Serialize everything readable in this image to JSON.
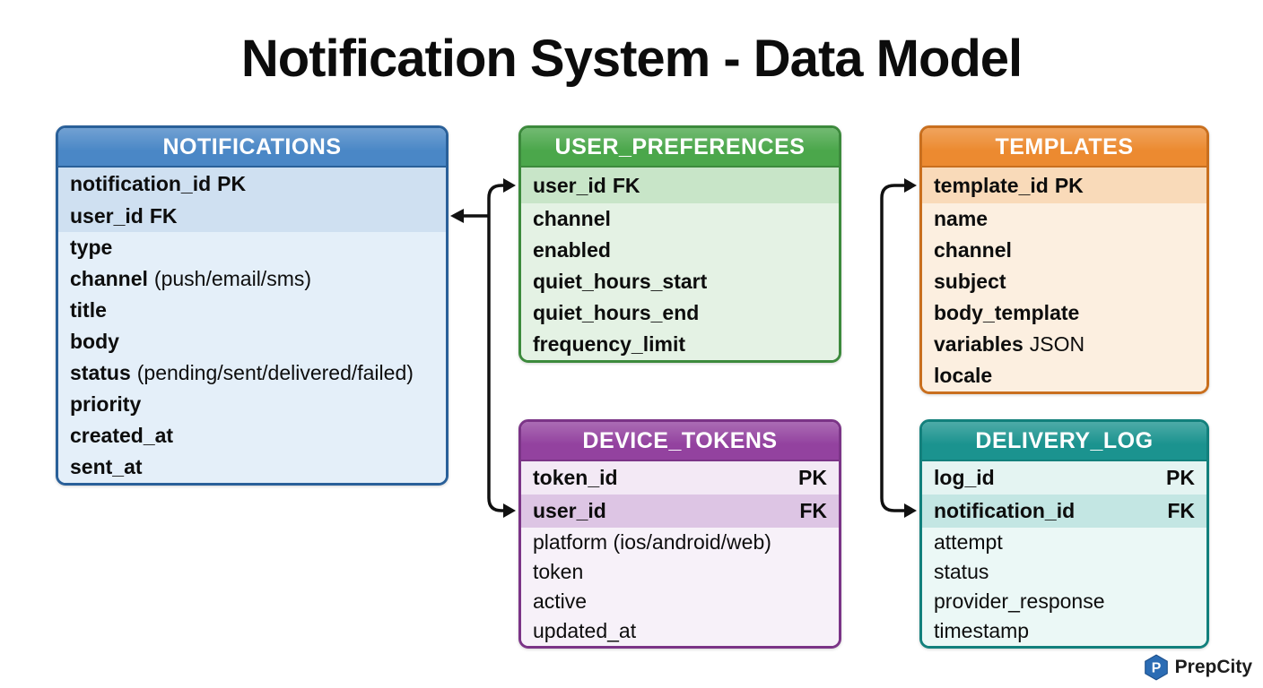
{
  "title": "Notification System - Data Model",
  "brand": {
    "name": "PrepCity",
    "icon": "hexagon-p-icon",
    "icon_color": "#2b6cb4"
  },
  "diagram": {
    "connector_color": "#111111"
  },
  "relationships": [
    {
      "from": "USER_PREFERENCES.user_id",
      "to": "NOTIFICATIONS.user_id"
    },
    {
      "from": "NOTIFICATIONS.user_id",
      "to": "DEVICE_TOKENS.user_id"
    },
    {
      "from": "TEMPLATES.template_id",
      "to": "DELIVERY_LOG.notification_id"
    }
  ],
  "tables": {
    "notifications": {
      "title": "NOTIFICATIONS",
      "colors": {
        "header": "#4a87c6",
        "border": "#2a6099",
        "key": "#cfe0f1",
        "row": "#e4eff9"
      },
      "key_rows": [
        {
          "name": "notification_id",
          "badge": "PK"
        },
        {
          "name": "user_id",
          "badge": "FK"
        }
      ],
      "rows": [
        {
          "name": "type"
        },
        {
          "name": "channel",
          "note": "(push/email/sms)"
        },
        {
          "name": "title"
        },
        {
          "name": "body"
        },
        {
          "name": "status",
          "note": "(pending/sent/delivered/failed)"
        },
        {
          "name": "priority"
        },
        {
          "name": "created_at"
        },
        {
          "name": "sent_at"
        }
      ]
    },
    "user_preferences": {
      "title": "USER_PREFERENCES",
      "colors": {
        "header": "#4ba74b",
        "border": "#3c8a3c",
        "key": "#c8e5c8",
        "row": "#e4f2e4"
      },
      "key_rows": [
        {
          "name": "user_id",
          "badge": "FK"
        }
      ],
      "rows": [
        {
          "name": "channel"
        },
        {
          "name": "enabled"
        },
        {
          "name": "quiet_hours_start"
        },
        {
          "name": "quiet_hours_end"
        },
        {
          "name": "frequency_limit"
        }
      ]
    },
    "templates": {
      "title": "TEMPLATES",
      "colors": {
        "header": "#ec8a30",
        "border": "#c96f1e",
        "key": "#f9dab9",
        "row": "#fcefe0"
      },
      "key_rows": [
        {
          "name": "template_id",
          "badge": "PK"
        }
      ],
      "rows": [
        {
          "name": "name"
        },
        {
          "name": "channel"
        },
        {
          "name": "subject"
        },
        {
          "name": "body_template"
        },
        {
          "name": "variables",
          "note": "JSON"
        },
        {
          "name": "locale"
        }
      ]
    },
    "device_tokens": {
      "title": "DEVICE_TOKENS",
      "colors": {
        "header": "#93429f",
        "border": "#7b3487",
        "pk": "#f3e9f5",
        "key": "#ddc5e4",
        "row": "#f7f1f9"
      },
      "pk_row": {
        "name": "token_id",
        "badge": "PK"
      },
      "fk_row": {
        "name": "user_id",
        "badge": "FK"
      },
      "rows": [
        {
          "name": "platform (ios/android/web)"
        },
        {
          "name": "token"
        },
        {
          "name": "active"
        },
        {
          "name": "updated_at"
        }
      ]
    },
    "delivery_log": {
      "title": "DELIVERY_LOG",
      "colors": {
        "header": "#1b938f",
        "border": "#12807c",
        "pk": "#e4f4f2",
        "key": "#c3e6e3",
        "row": "#ebf8f6"
      },
      "pk_row": {
        "name": "log_id",
        "badge": "PK"
      },
      "fk_row": {
        "name": "notification_id",
        "badge": "FK"
      },
      "rows": [
        {
          "name": "attempt"
        },
        {
          "name": "status"
        },
        {
          "name": "provider_response"
        },
        {
          "name": "timestamp"
        }
      ]
    }
  }
}
